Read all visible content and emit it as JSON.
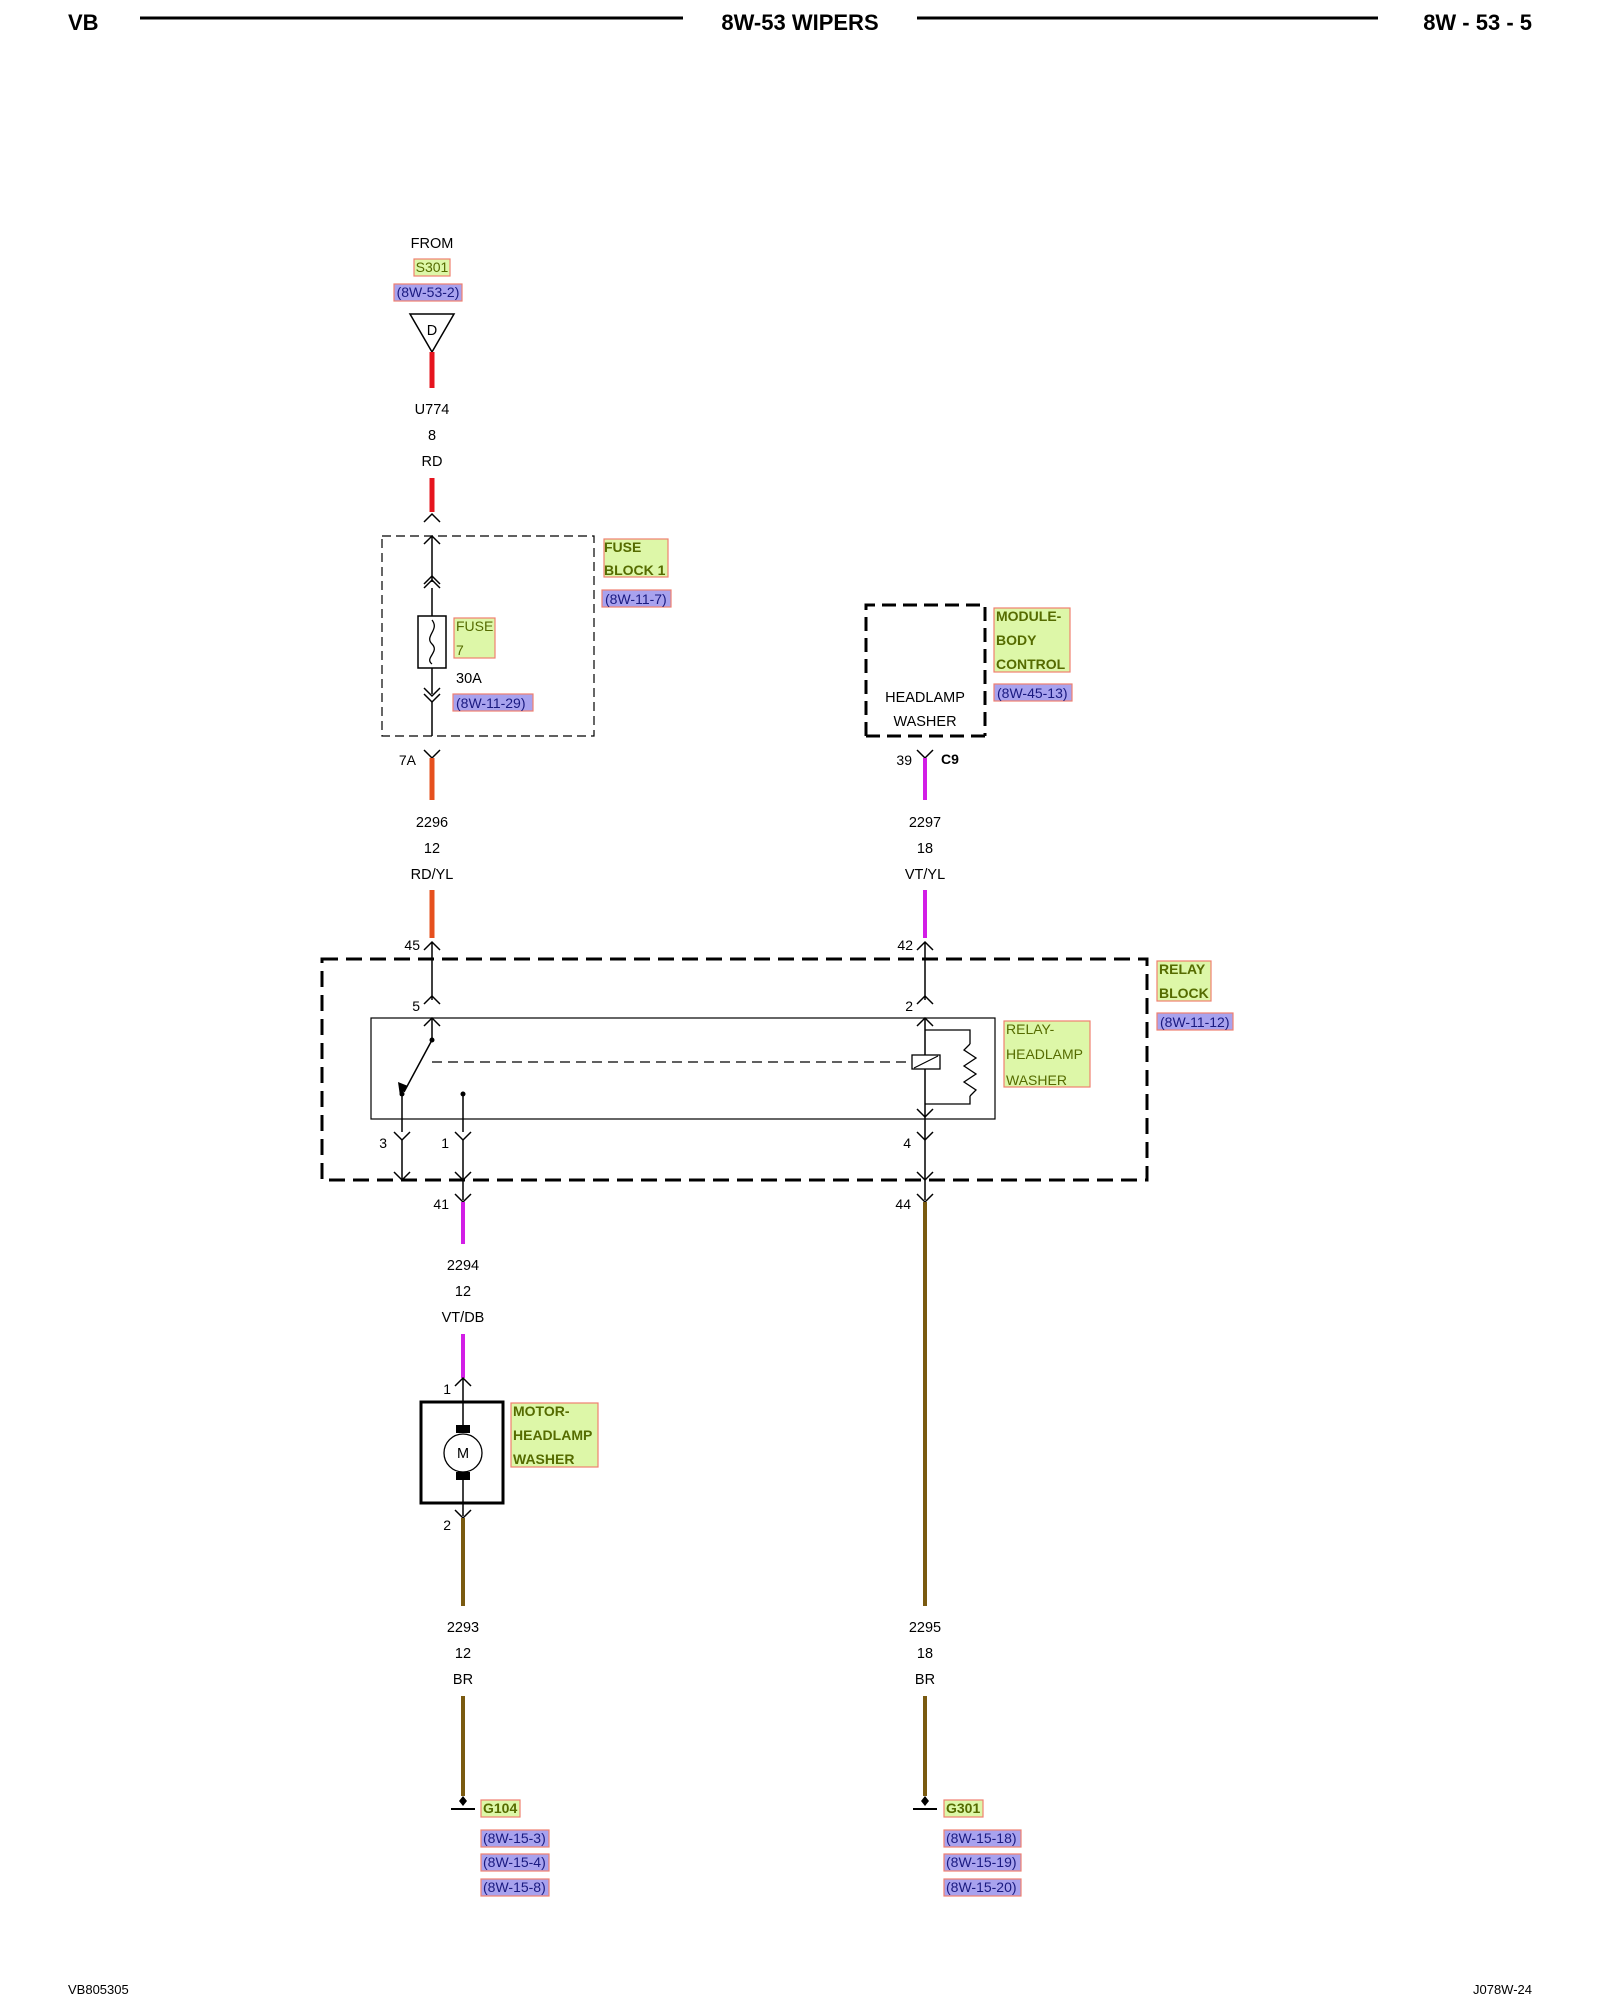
{
  "header": {
    "left": "VB",
    "center": "8W-53 WIPERS",
    "right": "8W - 53 - 5"
  },
  "footer": {
    "left": "VB805305",
    "right": "J078W-24"
  },
  "source": {
    "from_label": "FROM",
    "splice": "S301",
    "ref": "(8W-53-2)",
    "connector_letter": "D"
  },
  "wires": {
    "u774": {
      "circuit": "U774",
      "gauge": "8",
      "color": "RD"
    },
    "w2296": {
      "circuit": "2296",
      "gauge": "12",
      "color": "RD/YL"
    },
    "w2297": {
      "circuit": "2297",
      "gauge": "18",
      "color": "VT/YL"
    },
    "w2294": {
      "circuit": "2294",
      "gauge": "12",
      "color": "VT/DB"
    },
    "w2293": {
      "circuit": "2293",
      "gauge": "12",
      "color": "BR"
    },
    "w2295": {
      "circuit": "2295",
      "gauge": "18",
      "color": "BR"
    }
  },
  "fuse_block": {
    "name_line1": "FUSE",
    "name_line2": "BLOCK 1",
    "ref": "(8W-11-7)",
    "fuse_line1": "FUSE",
    "fuse_line2": "7",
    "rating": "30A",
    "fuse_ref": "(8W-11-29)",
    "output_pin": "7A"
  },
  "module": {
    "name_line1": "MODULE-",
    "name_line2": "BODY",
    "name_line3": "CONTROL",
    "ref": "(8W-45-13)",
    "function_line1": "HEADLAMP",
    "function_line2": "WASHER",
    "pin": "39",
    "connector": "C9"
  },
  "relay_block": {
    "name_line1": "RELAY",
    "name_line2": "BLOCK",
    "ref": "(8W-11-12)",
    "pin_in_left": "45",
    "pin_in_right": "42",
    "pin_out_left": "41",
    "pin_out_right": "44",
    "relay_line1": "RELAY-",
    "relay_line2": "HEADLAMP",
    "relay_line3": "WASHER",
    "relay_pin_5": "5",
    "relay_pin_2": "2",
    "relay_pin_3": "3",
    "relay_pin_1": "1",
    "relay_pin_4": "4"
  },
  "motor": {
    "name_line1": "MOTOR-",
    "name_line2": "HEADLAMP",
    "name_line3": "WASHER",
    "symbol": "M",
    "pin_top": "1",
    "pin_bottom": "2"
  },
  "grounds": {
    "g104": {
      "name": "G104",
      "refs": [
        "(8W-15-3)",
        "(8W-15-4)",
        "(8W-15-8)"
      ]
    },
    "g301": {
      "name": "G301",
      "refs": [
        "(8W-15-18)",
        "(8W-15-19)",
        "(8W-15-20)"
      ]
    }
  },
  "colors": {
    "red": "#e6141e",
    "orange_red": "#e6501e",
    "violet": "#d21ee6",
    "brown": "#7a5a10",
    "tag_fill": "#ddf7a8",
    "tag_border": "#f08070",
    "ref_fill": "#a8a2ee"
  }
}
